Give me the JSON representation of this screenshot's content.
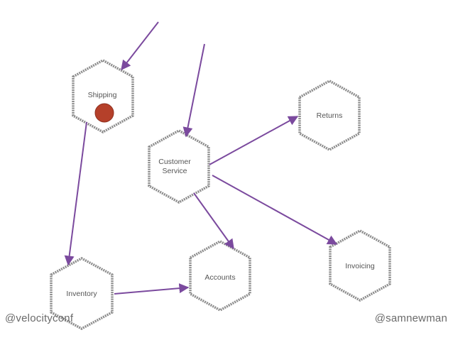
{
  "services": {
    "shipping": "Shipping",
    "customer_service_line1": "Customer",
    "customer_service_line2": "Service",
    "returns": "Returns",
    "accounts": "Accounts",
    "inventory": "Inventory",
    "invoicing": "Invoicing"
  },
  "footer": {
    "left_handle": "@velocityconf",
    "right_handle": "@samnewman"
  },
  "colors": {
    "arrow": "#7b4a9e",
    "hex_stroke": "#8c8c8c",
    "failure_marker": "#b5402a"
  }
}
